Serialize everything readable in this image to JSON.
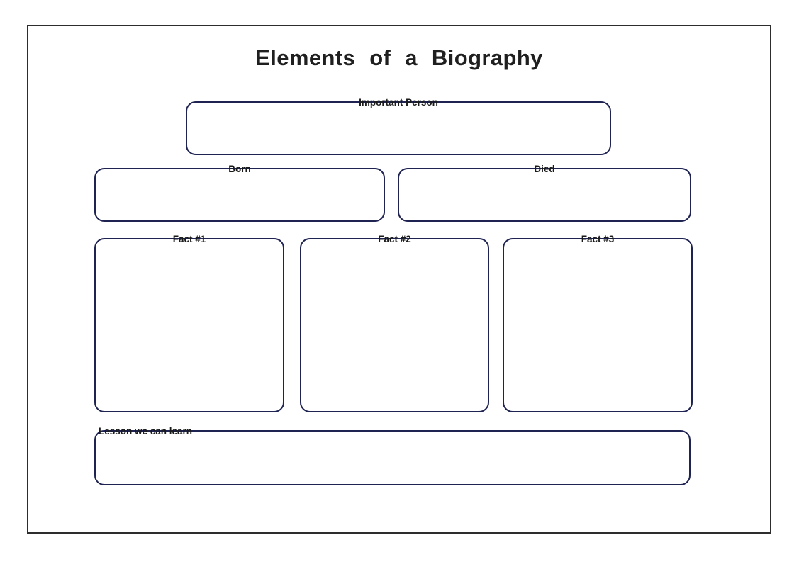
{
  "document": {
    "title": "Elements of a Biography",
    "frame_color": "#2d2d2d",
    "box_border_color": "#1e2352",
    "text_color": "#1a1a1a",
    "background": "#ffffff"
  },
  "boxes": {
    "important_person": {
      "label": "Important Person",
      "value": "",
      "placeholder": "",
      "align": "center"
    },
    "born": {
      "label": "Born",
      "value": "",
      "placeholder": "",
      "align": "center"
    },
    "died": {
      "label": "Died",
      "value": "",
      "placeholder": "",
      "align": "center"
    },
    "fact_1": {
      "label": "Fact #1",
      "value": "",
      "placeholder": "",
      "align": "center"
    },
    "fact_2": {
      "label": "Fact #2",
      "value": "",
      "placeholder": "",
      "align": "center"
    },
    "fact_3": {
      "label": "Fact #3",
      "value": "",
      "placeholder": "",
      "align": "center"
    },
    "lesson": {
      "label": "Lesson we can learn",
      "value": "",
      "placeholder": "",
      "align": "left"
    }
  }
}
